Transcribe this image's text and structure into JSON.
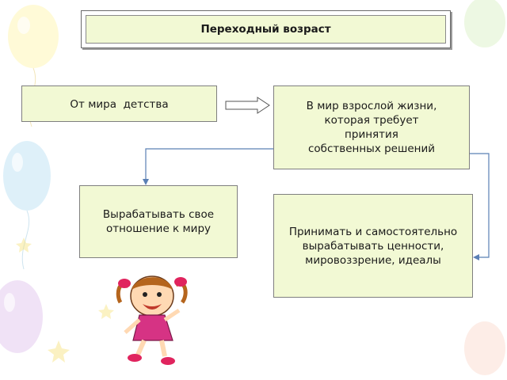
{
  "title": "Переходный возраст",
  "boxes": {
    "from_childhood": "От мира  детства",
    "to_adult": [
      "В мир взрослой жизни,",
      "которая требует",
      "принятия",
      "собственных решений"
    ],
    "attitude": [
      "Вырабатывать свое",
      "отношение к миру"
    ],
    "values": [
      "Принимать и самостоятельно",
      "вырабатывать ценности,",
      "мировоззрение, идеалы"
    ]
  },
  "colors": {
    "box_fill": "#f2f9d4",
    "connector": "#5b80b5",
    "arrow_fill": "#ffffff",
    "arrow_stroke": "#555555"
  },
  "icons": [
    "balloon-decoration",
    "right-arrow-icon",
    "girl-illustration"
  ]
}
